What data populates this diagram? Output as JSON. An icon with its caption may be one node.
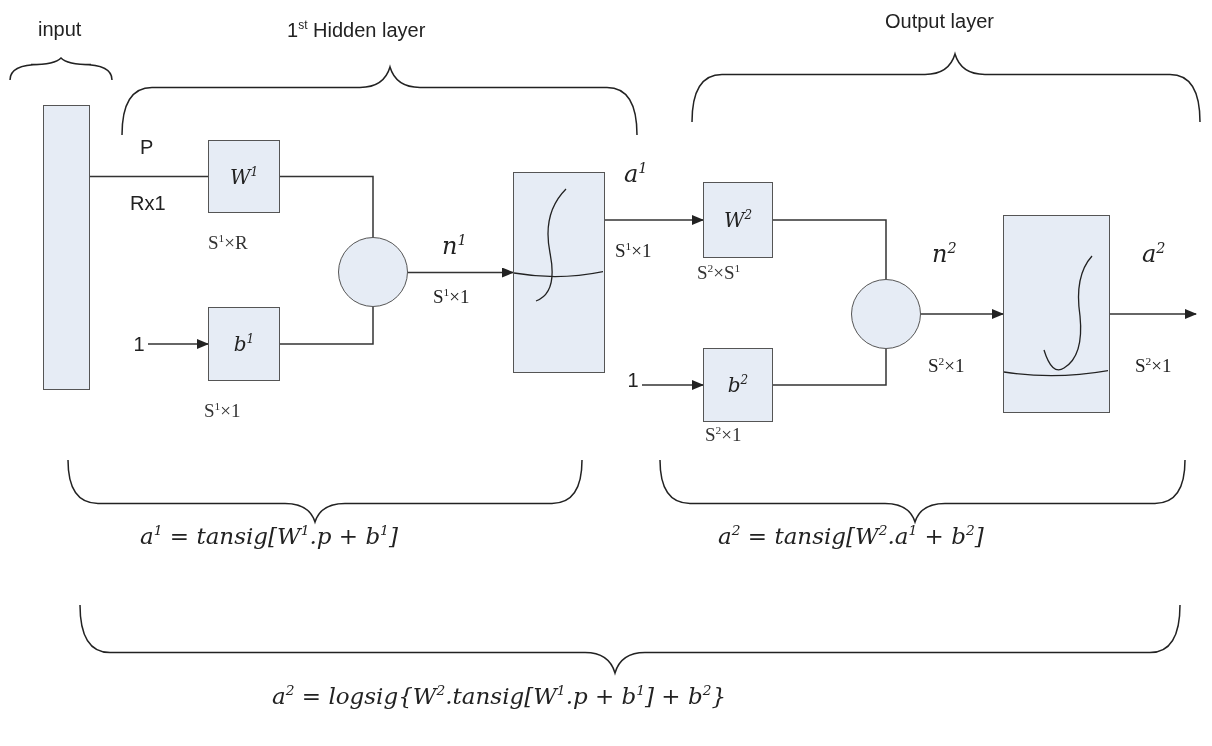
{
  "diagram": {
    "nodes": [
      {
        "text": [],
        "shape": "bar"
      },
      {
        "text": [
          "W$^{1}$"
        ],
        "beside": [
          "S$^{1}$×R"
        ]
      },
      {
        "text": [
          "1"
        ]
      },
      {
        "text": [
          "b$^{1}$"
        ],
        "beside": [
          "S$^{1}$×1"
        ]
      },
      {
        "text": [],
        "shape": "circle"
      },
      {
        "text": [],
        "shape": "box"
      },
      {
        "text": [
          "W$^{2}$"
        ],
        "beside": [
          "S$^{2}$×S$^{1}$"
        ]
      },
      {
        "text": [
          "1"
        ]
      },
      {
        "text": [
          "b$^{2}$"
        ],
        "beside": [
          "S$^{2}$×1"
        ]
      },
      {
        "text": [],
        "shape": "circle"
      },
      {
        "text": [],
        "shape": "box"
      }
    ],
    "edges": [
      {
        "from": 0,
        "to": 1,
        "arrow": "none",
        "label": "P"
      },
      {
        "from": 2,
        "to": 3,
        "arrow": "to"
      },
      {
        "from": 1,
        "to": 4,
        "arrow": "none"
      },
      {
        "from": 3,
        "to": 4,
        "arrow": "none"
      },
      {
        "from": 4,
        "to": 5,
        "arrow": "to",
        "label": "n$^{1}$"
      },
      {
        "from": 5,
        "to": 6,
        "arrow": "to",
        "label": "a$^{1}$"
      },
      {
        "from": 7,
        "to": 8,
        "arrow": "to"
      },
      {
        "from": 6,
        "to": 9,
        "arrow": "none"
      },
      {
        "from": 8,
        "to": 9,
        "arrow": "none"
      },
      {
        "from": 9,
        "to": 10,
        "arrow": "to",
        "label": "n$^{2}$"
      },
      {
        "from": 10,
        "to": null,
        "arrow": "to",
        "label": "a$^{2}$"
      }
    ],
    "labels": [
      "input",
      "1$^{st}$ Hidden layer",
      "Output layer",
      "Rx1",
      "S$^{1}$×1",
      "S$^{1}$×1",
      "S$^{2}$×1",
      "S$^{2}$×1",
      "a$^{1}$ = tansig[W$^{1}$.p + b$^{1}$]",
      "a$^{2}$ = tansig[W$^{2}$.a$^{1}$ + b$^{2}$]",
      "a$^{2}$ = logsig{W$^{2}$.tansig[W$^{1}$.p + b$^{1}$] + b$^{2}$}"
    ]
  }
}
